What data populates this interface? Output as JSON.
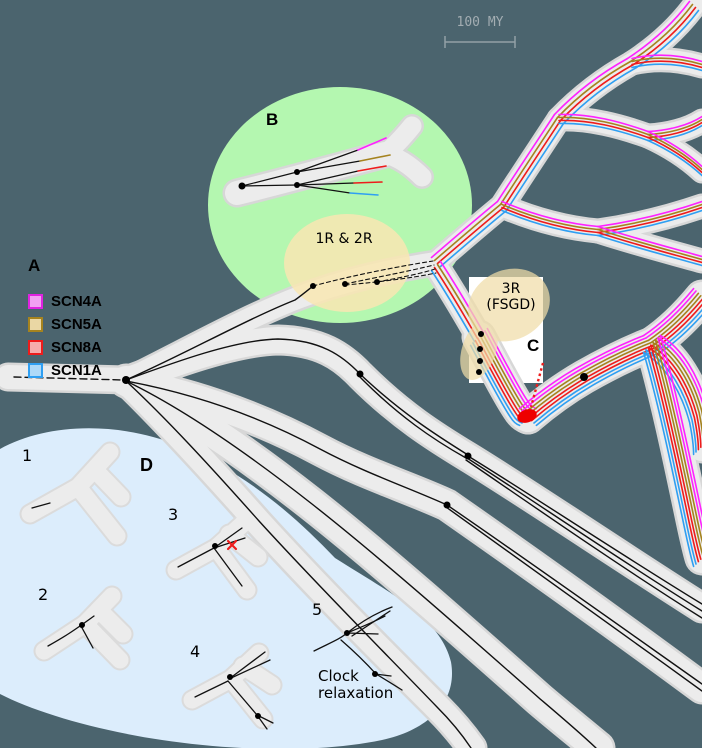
{
  "figure_type": "gene-family-phylogeny-figure",
  "scale_bar": {
    "label": "100 MY"
  },
  "legend": {
    "title": "A",
    "items": [
      {
        "label": "SCN4A",
        "line_color": "#ff22ff",
        "swatch_fill": "#f2a0f2",
        "swatch_border": "#e022e0"
      },
      {
        "label": "SCN5A",
        "line_color": "#a5831f",
        "swatch_fill": "#ead7a4",
        "swatch_border": "#a5831f"
      },
      {
        "label": "SCN8A",
        "line_color": "#ee1c1c",
        "swatch_fill": "#f6acac",
        "swatch_border": "#ee1c1c"
      },
      {
        "label": "SCN1A",
        "line_color": "#2f9ff2",
        "swatch_fill": "#aed9f8",
        "swatch_border": "#2f9ff2"
      }
    ]
  },
  "panels": {
    "b_label": "B",
    "c_label": "C"
  },
  "annotations": {
    "wgd_1r2r": "1R & 2R",
    "wgd_3r_line1": "3R",
    "wgd_3r_line2": "(FSGD)",
    "clock_line1": "Clock",
    "clock_line2": "relaxation"
  },
  "d_panel": {
    "label": "D",
    "tree_numbers": [
      "1",
      "2",
      "3",
      "4",
      "5"
    ]
  },
  "colors": {
    "background": "#4b646e",
    "tube_fill": "#ececec",
    "tube_edge": "#d7d7d7",
    "highlight_green": "#b4f7b0",
    "highlight_yellow": "#f8e6b2",
    "highlight_tan": "#f1dda8",
    "highlight_lightblue": "#dcedfc",
    "white_box": "#ffffff",
    "magenta": "#ff22ff",
    "olive": "#a5831f",
    "red": "#ee1c1c",
    "blue": "#2f9ff2",
    "event_marker_red": "#ee0000"
  }
}
